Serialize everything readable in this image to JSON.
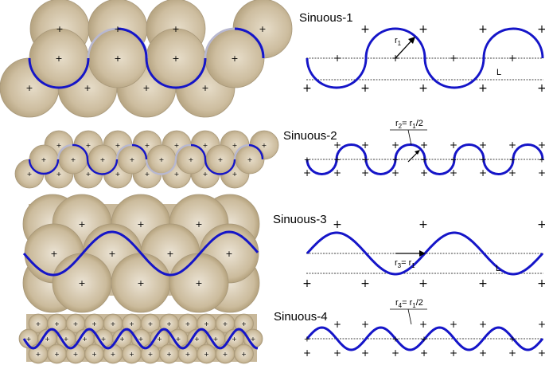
{
  "panels": [
    {
      "title": "Sinuous-1",
      "radius_main": "r",
      "radius_sub": "1",
      "radius_tail": "",
      "length_label": "L"
    },
    {
      "title": "Sinuous-2",
      "radius_main": "r",
      "radius_sub": "2",
      "radius_tail": "= r",
      "radius_tail_sub": "1",
      "radius_end": "/2"
    },
    {
      "title": "Sinuous-3",
      "radius_main": "r",
      "radius_sub": "3",
      "radius_tail": "= r",
      "radius_tail_sub": "1",
      "length_label": "L"
    },
    {
      "title": "Sinuous-4",
      "radius_main": "r",
      "radius_sub": "4",
      "radius_tail": "= r",
      "radius_tail_sub": "1",
      "radius_end": "/2"
    }
  ],
  "colors": {
    "path": "#1515c8",
    "sphere_fill": "#c8b89a",
    "sphere_edge": "#a8987a",
    "guide_line": "#000000"
  },
  "icons": {
    "center_marker": "plus-icon"
  }
}
